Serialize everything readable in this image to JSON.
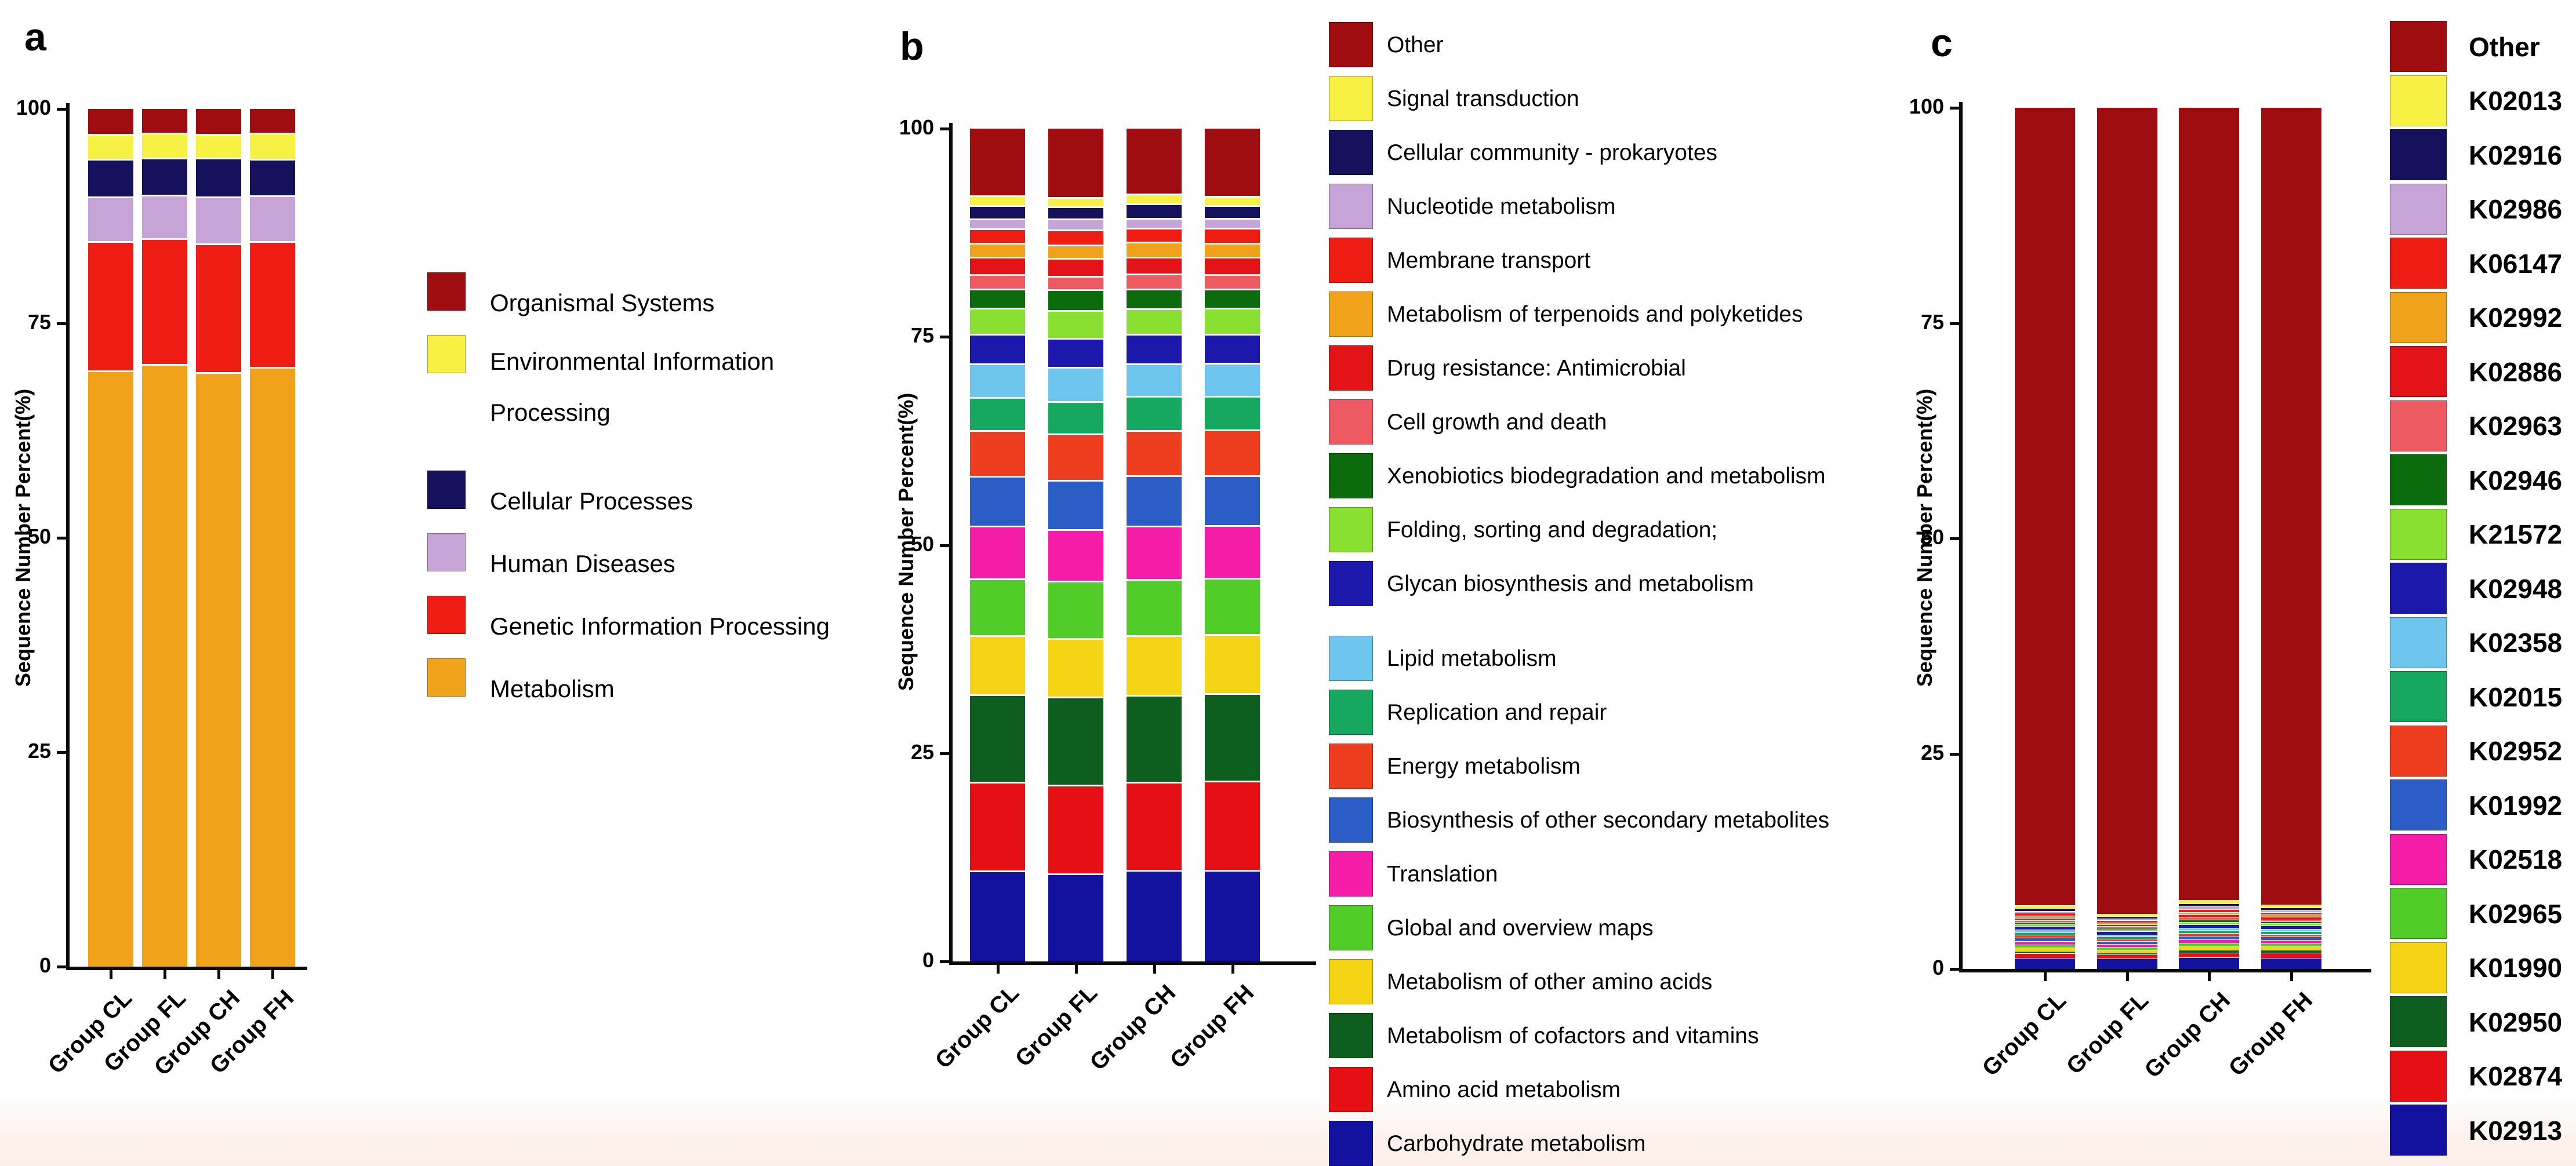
{
  "y_axis_label": "Sequence Number Percent(%)",
  "y_ticks": [
    "100",
    "75",
    "50",
    "25",
    "0"
  ],
  "groups": [
    "Group CL",
    "Group FL",
    "Group CH",
    "Group FH"
  ],
  "panels": [
    {
      "letter": "a"
    },
    {
      "letter": "b"
    },
    {
      "letter": "c"
    }
  ],
  "chart_data": [
    {
      "type": "bar",
      "stacked": true,
      "title": "",
      "xlabel": "",
      "ylabel": "Sequence Number Percent(%)",
      "ylim": [
        0,
        100
      ],
      "legend_position": "right",
      "categories": [
        "Group CL",
        "Group FL",
        "Group CH",
        "Group FH"
      ],
      "series": [
        {
          "name": "Organismal Systems",
          "color": "#a00d11",
          "values": [
            2.9,
            2.8,
            2.9,
            2.8
          ]
        },
        {
          "name": "Environmental Information Processing",
          "color": "#f6f142",
          "values": [
            2.9,
            2.9,
            2.8,
            3.0
          ]
        },
        {
          "name": "Cellular Processes",
          "color": "#15115c",
          "values": [
            4.4,
            4.3,
            4.5,
            4.3
          ]
        },
        {
          "name": "Human Diseases",
          "color": "#c7a4d8",
          "values": [
            5.2,
            5.1,
            5.5,
            5.3
          ]
        },
        {
          "name": "Genetic Information Processing",
          "color": "#ee1c12",
          "values": [
            15.1,
            14.6,
            15.0,
            14.7
          ]
        },
        {
          "name": "Metabolism",
          "color": "#f0a31a",
          "values": [
            69.5,
            70.3,
            69.3,
            69.9
          ]
        }
      ]
    },
    {
      "type": "bar",
      "stacked": true,
      "title": "",
      "xlabel": "",
      "ylabel": "Sequence Number Percent(%)",
      "ylim": [
        0,
        100
      ],
      "legend_position": "right",
      "categories": [
        "Group CL",
        "Group FL",
        "Group CH",
        "Group FH"
      ],
      "series": [
        {
          "name": "Other",
          "color": "#a00d11",
          "values": [
            8.0,
            8.2,
            7.8,
            8.1
          ]
        },
        {
          "name": "Signal transduction",
          "color": "#f6f142",
          "values": [
            1.2,
            1.1,
            1.2,
            1.1
          ]
        },
        {
          "name": "Cellular community - prokaryotes",
          "color": "#15115c",
          "values": [
            1.6,
            1.5,
            1.7,
            1.5
          ]
        },
        {
          "name": "Nucleotide metabolism",
          "color": "#c7a4d8",
          "values": [
            1.2,
            1.3,
            1.2,
            1.2
          ]
        },
        {
          "name": "Membrane transport",
          "color": "#ee1c12",
          "values": [
            1.7,
            1.8,
            1.7,
            1.8
          ]
        },
        {
          "name": "Metabolism of terpenoids and polyketides",
          "color": "#f0a31a",
          "values": [
            1.7,
            1.6,
            1.8,
            1.7
          ]
        },
        {
          "name": "Drug resistance: Antimicrobial",
          "color": "#e41317",
          "values": [
            2.1,
            2.2,
            2.0,
            2.1
          ]
        },
        {
          "name": "Cell growth and death",
          "color": "#ee5a62",
          "values": [
            1.7,
            1.6,
            1.8,
            1.7
          ]
        },
        {
          "name": "Xenobiotics biodegradation and metabolism",
          "color": "#0c6b0c",
          "values": [
            2.3,
            2.5,
            2.4,
            2.3
          ]
        },
        {
          "name": "Folding, sorting and degradation;",
          "color": "#8ae030",
          "values": [
            3.1,
            3.3,
            3.0,
            3.1
          ]
        },
        {
          "name": "Glycan biosynthesis and metabolism",
          "color": "#1b18ab",
          "values": [
            3.6,
            3.5,
            3.6,
            3.5
          ]
        },
        {
          "name": "Lipid metabolism",
          "color": "#6ec6ee",
          "values": [
            4.0,
            4.1,
            3.9,
            4.0
          ]
        },
        {
          "name": "Replication and repair",
          "color": "#17a85f",
          "values": [
            4.0,
            3.9,
            4.1,
            4.0
          ]
        },
        {
          "name": "Energy metabolism",
          "color": "#ee3d1e",
          "values": [
            5.5,
            5.6,
            5.4,
            5.5
          ]
        },
        {
          "name": "Biosynthesis of other secondary metabolites",
          "color": "#2c5cc5",
          "values": [
            6.0,
            5.9,
            6.1,
            6.0
          ]
        },
        {
          "name": "Translation",
          "color": "#f51ca8",
          "values": [
            6.3,
            6.2,
            6.4,
            6.3
          ]
        },
        {
          "name": "Global and overview maps",
          "color": "#52cc29",
          "values": [
            6.8,
            6.9,
            6.7,
            6.8
          ]
        },
        {
          "name": "Metabolism of other amino acids",
          "color": "#f5d416",
          "values": [
            7.1,
            7.0,
            7.2,
            7.1
          ]
        },
        {
          "name": "Metabolism of cofactors and vitamins",
          "color": "#0d5e1f",
          "values": [
            10.5,
            10.6,
            10.4,
            10.5
          ]
        },
        {
          "name": "Amino acid metabolism",
          "color": "#e60f15",
          "values": [
            10.7,
            10.6,
            10.6,
            10.7
          ]
        },
        {
          "name": "Carbohydrate metabolism",
          "color": "#12129e",
          "values": [
            10.9,
            10.6,
            11.0,
            11.0
          ]
        }
      ]
    },
    {
      "type": "bar",
      "stacked": true,
      "title": "",
      "xlabel": "",
      "ylabel": "Sequence Number Percent(%)",
      "ylim": [
        0,
        100
      ],
      "legend_position": "right",
      "categories": [
        "Group CL",
        "Group FL",
        "Group CH",
        "Group FH"
      ],
      "series": [
        {
          "name": "Other",
          "color": "#a00d11",
          "values": [
            92.6,
            93.6,
            92.0,
            92.5
          ]
        },
        {
          "name": "K02013",
          "color": "#f6f142",
          "values": [
            0.35,
            0.3,
            0.4,
            0.35
          ]
        },
        {
          "name": "K02916",
          "color": "#15115c",
          "values": [
            0.3,
            0.25,
            0.35,
            0.3
          ]
        },
        {
          "name": "K02986",
          "color": "#c7a4d8",
          "values": [
            0.25,
            0.2,
            0.3,
            0.25
          ]
        },
        {
          "name": "K06147",
          "color": "#ee1c12",
          "values": [
            0.3,
            0.25,
            0.35,
            0.3
          ]
        },
        {
          "name": "K02992",
          "color": "#f0a31a",
          "values": [
            0.25,
            0.2,
            0.3,
            0.25
          ]
        },
        {
          "name": "K02886",
          "color": "#e41317",
          "values": [
            0.3,
            0.25,
            0.3,
            0.3
          ]
        },
        {
          "name": "K02963",
          "color": "#ee5a62",
          "values": [
            0.2,
            0.2,
            0.25,
            0.2
          ]
        },
        {
          "name": "K02946",
          "color": "#0c6b0c",
          "values": [
            0.25,
            0.2,
            0.3,
            0.25
          ]
        },
        {
          "name": "K21572",
          "color": "#8ae030",
          "values": [
            0.25,
            0.2,
            0.25,
            0.25
          ]
        },
        {
          "name": "K02948",
          "color": "#1b18ab",
          "values": [
            0.4,
            0.35,
            0.4,
            0.4
          ]
        },
        {
          "name": "K02358",
          "color": "#6ec6ee",
          "values": [
            0.3,
            0.25,
            0.3,
            0.3
          ]
        },
        {
          "name": "K02015",
          "color": "#17a85f",
          "values": [
            0.3,
            0.25,
            0.35,
            0.3
          ]
        },
        {
          "name": "K02952",
          "color": "#ee3d1e",
          "values": [
            0.3,
            0.25,
            0.3,
            0.3
          ]
        },
        {
          "name": "K01992",
          "color": "#2c5cc5",
          "values": [
            0.4,
            0.35,
            0.4,
            0.4
          ]
        },
        {
          "name": "K02518",
          "color": "#f51ca8",
          "values": [
            0.4,
            0.35,
            0.4,
            0.4
          ]
        },
        {
          "name": "K02965",
          "color": "#52cc29",
          "values": [
            0.35,
            0.3,
            0.4,
            0.35
          ]
        },
        {
          "name": "K01990",
          "color": "#f5d416",
          "values": [
            0.4,
            0.35,
            0.45,
            0.4
          ]
        },
        {
          "name": "K02950",
          "color": "#0d5e1f",
          "values": [
            0.3,
            0.25,
            0.3,
            0.3
          ]
        },
        {
          "name": "K02874",
          "color": "#e60f15",
          "values": [
            0.5,
            0.45,
            0.55,
            0.6
          ]
        },
        {
          "name": "K02913",
          "color": "#12129e",
          "values": [
            1.3,
            1.2,
            1.35,
            1.3
          ]
        }
      ]
    }
  ]
}
